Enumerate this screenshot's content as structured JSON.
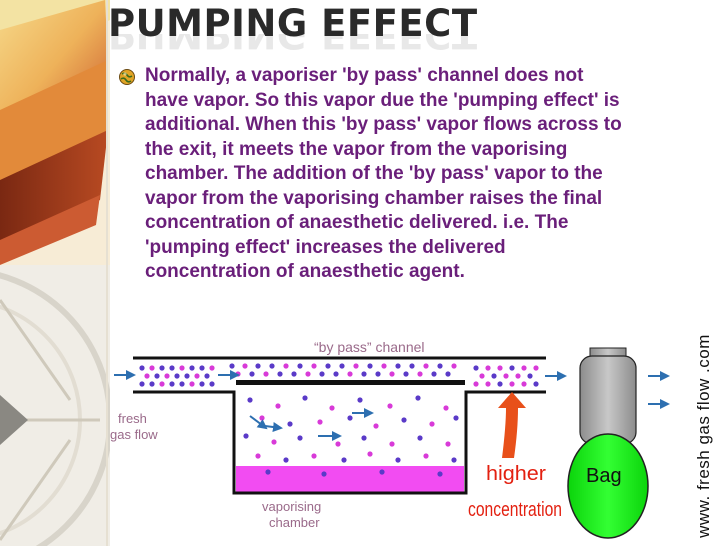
{
  "slide": {
    "title": "PUMPING EFFECT",
    "body": " Normally, a vaporiser 'by pass' channel does not\nhave vapor.  So this vapor due the 'pumping effect' is\nadditional.  When this 'by pass' vapor flows across to\nthe exit, it meets the vapor from the vaporising\nchamber.  The addition of the 'by pass' vapor to the\nvapor from the vaporising chamber raises the final\nconcentration of anaesthetic delivered.  i.e. The\n'pumping effect' increases the delivered\nconcentration of anaesthetic agent.",
    "bullet_icon": "globe-bullet-icon"
  },
  "diagram": {
    "bypass_label": "“by pass” channel",
    "fresh_gas_label_1": "fresh",
    "fresh_gas_label_2": "gas flow",
    "chamber_label_1": "vaporising",
    "chamber_label_2": "chamber",
    "higher_label_1": "higher",
    "higher_label_2": "concentration",
    "bag_label": "Bag",
    "watermark": "www. fresh gas flow .com"
  },
  "colors": {
    "title": "#2a2a2a",
    "body_text": "#6a1f7a",
    "dot_purple": "#5a3ac8",
    "dot_magenta": "#d83ad8",
    "arrow": "#2d6fb0",
    "liquid": "#f24cf2",
    "bag_green": "#12f212",
    "bag_gray": "#a8a8a8",
    "higher_arrow": "#e8501a",
    "red_label": "#e32010"
  }
}
